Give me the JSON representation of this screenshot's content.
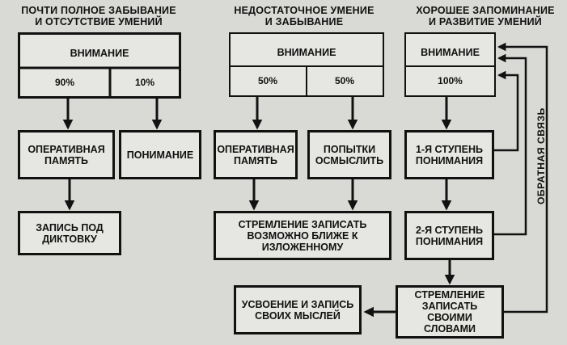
{
  "columns": [
    {
      "heading": [
        "ПОЧТИ ПОЛНОЕ ЗАБЫВАНИЕ",
        "И ОТСУТСТВИЕ УМЕНИЙ"
      ],
      "attention_label": "ВНИМАНИЕ",
      "split": [
        "90%",
        "10%"
      ],
      "boxes": {
        "operative_memory": "ОПЕРАТИВНАЯ ПАМЯТЬ",
        "understanding": "ПОНИМАНИЕ",
        "dictation": "ЗАПИСЬ ПОД ДИКТОВКУ"
      }
    },
    {
      "heading": [
        "НЕДОСТАТОЧНОЕ УМЕНИЕ",
        "И ЗАБЫВАНИЕ"
      ],
      "attention_label": "ВНИМАНИЕ",
      "split": [
        "50%",
        "50%"
      ],
      "boxes": {
        "operative_memory": "ОПЕРАТИВНАЯ ПАМЯТЬ",
        "attempts": "ПОПЫТКИ ОСМЫСЛИТЬ",
        "close_record": "СТРЕМЛЕНИЕ ЗАПИСАТЬ ВОЗМОЖНО БЛИЖЕ К ИЗЛОЖЕННОМУ"
      }
    },
    {
      "heading": [
        "ХОРОШЕЕ ЗАПОМИНАНИЕ",
        "И РАЗВИТИЕ УМЕНИЙ"
      ],
      "attention_label": "ВНИМАНИЕ",
      "split": [
        "100%"
      ],
      "boxes": {
        "stage1": "1-Я СТУПЕНЬ ПОНИМАНИЯ",
        "stage2": "2-Я СТУПЕНЬ ПОНИМАНИЯ",
        "own_words": "СТРЕМЛЕНИЕ ЗАПИСАТЬ СВОИМИ СЛОВАМИ",
        "assimilation": "УСВОЕНИЕ И ЗАПИСЬ СВОИХ МЫСЛЕЙ"
      },
      "feedback_label": "ОБРАТНАЯ СВЯЗЬ"
    }
  ]
}
